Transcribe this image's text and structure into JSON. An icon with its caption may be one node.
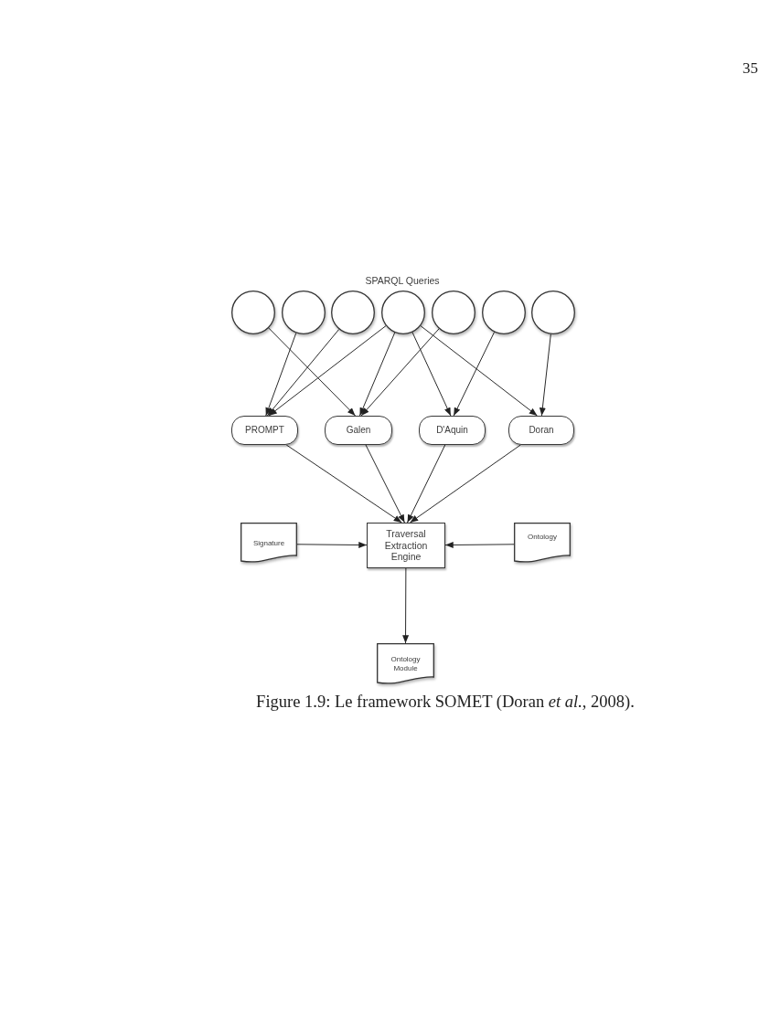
{
  "diagram": {
    "caption": "Figure 1.9: Le framework SOMET (Doran *et al.*, 2008).",
    "nodes": [
      {
        "text": [],
        "shape": "circle"
      },
      {
        "text": [],
        "shape": "circle"
      },
      {
        "text": [],
        "shape": "circle"
      },
      {
        "text": [],
        "shape": "circle"
      },
      {
        "text": [],
        "shape": "circle"
      },
      {
        "text": [],
        "shape": "circle"
      },
      {
        "text": [],
        "shape": "circle"
      },
      {
        "text": [
          "PROMPT"
        ]
      },
      {
        "text": [
          "Galen"
        ]
      },
      {
        "text": [
          "D'Aquin"
        ]
      },
      {
        "text": [
          "Doran"
        ]
      },
      {
        "text": [
          "Signature"
        ]
      },
      {
        "text": [
          "Traversal Extraction Engine"
        ]
      },
      {
        "text": [
          "Ontology"
        ]
      },
      {
        "text": [
          "Ontology Module"
        ]
      }
    ],
    "edges": [
      {
        "from": 0,
        "to": 8,
        "arrow": "to"
      },
      {
        "from": 1,
        "to": 7,
        "arrow": "to"
      },
      {
        "from": 2,
        "to": 7,
        "arrow": "to"
      },
      {
        "from": 3,
        "to": 7,
        "arrow": "to"
      },
      {
        "from": 3,
        "to": 8,
        "arrow": "to"
      },
      {
        "from": 3,
        "to": 9,
        "arrow": "to"
      },
      {
        "from": 3,
        "to": 10,
        "arrow": "to"
      },
      {
        "from": 4,
        "to": 8,
        "arrow": "to"
      },
      {
        "from": 5,
        "to": 9,
        "arrow": "to"
      },
      {
        "from": 6,
        "to": 10,
        "arrow": "to"
      },
      {
        "from": 7,
        "to": 12,
        "arrow": "to"
      },
      {
        "from": 8,
        "to": 12,
        "arrow": "to"
      },
      {
        "from": 9,
        "to": 12,
        "arrow": "to"
      },
      {
        "from": 10,
        "to": 12,
        "arrow": "to"
      },
      {
        "from": 11,
        "to": 12,
        "arrow": "to"
      },
      {
        "from": 13,
        "to": 12,
        "arrow": "to"
      },
      {
        "from": 12,
        "to": 14,
        "arrow": "to"
      }
    ],
    "labels": [
      "35",
      "SPARQL Queries"
    ]
  }
}
